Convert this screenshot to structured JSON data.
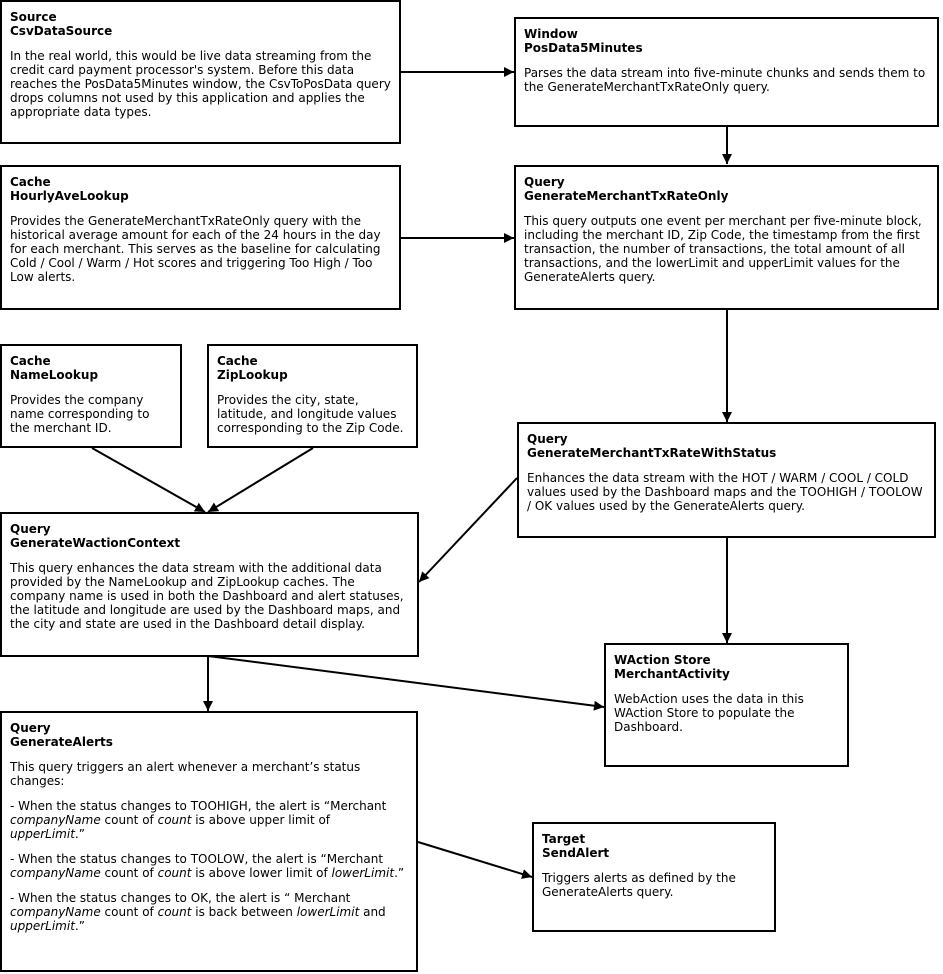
{
  "nodes": {
    "csv_data_source": {
      "kind": "Source",
      "name": "CsvDataSource",
      "desc": "In the real world, this would be live data streaming from the credit card payment processor's system. Before this data reaches the PosData5Minutes window, the CsvToPosData query drops columns not used by this application and applies the appropriate data types."
    },
    "pos_data_5_minutes": {
      "kind": "Window",
      "name": "PosData5Minutes",
      "desc": "Parses the data stream into five-minute chunks and sends them to the GenerateMerchantTxRateOnly query."
    },
    "hourly_ave_lookup": {
      "kind": "Cache",
      "name": "HourlyAveLookup",
      "desc": "Provides the GenerateMerchantTxRateOnly query with the historical average amount  for each of the 24 hours in the day for each merchant. This serves as the baseline for calculating Cold / Cool / Warm / Hot scores and triggering Too High / Too Low alerts."
    },
    "generate_merchant_tx_rate_only": {
      "kind": "Query",
      "name": "GenerateMerchantTxRateOnly",
      "desc": "This query outputs one event per merchant per five-minute block, including the merchant ID, Zip Code, the timestamp from the first transaction, the number of transactions, the total amount of all transactions, and the lowerLimit and upperLimit values for the GenerateAlerts query."
    },
    "name_lookup": {
      "kind": "Cache",
      "name": "NameLookup",
      "desc": "Provides the company name corresponding to the merchant ID."
    },
    "zip_lookup": {
      "kind": "Cache",
      "name": "ZipLookup",
      "desc": "Provides the city, state, latitude, and longitude values corresponding to the Zip Code."
    },
    "generate_merchant_tx_rate_with_status": {
      "kind": "Query",
      "name": "GenerateMerchantTxRateWithStatus",
      "desc": "Enhances the data stream with the HOT / WARM / COOL / COLD values used by the Dashboard maps and the TOOHIGH / TOOLOW / OK values used by the GenerateAlerts query."
    },
    "generate_waction_context": {
      "kind": "Query",
      "name": "GenerateWactionContext",
      "desc": "This query enhances the data stream with the additional data provided by the NameLookup and ZipLookup caches.  The company name is used in both the Dashboard and alert statuses, the latitude and longitude are used by the Dashboard maps, and the city and state are used in the Dashboard detail display."
    },
    "merchant_activity": {
      "kind": "WAction Store",
      "name": "MerchantActivity",
      "desc": "WebAction uses the data in this WAction Store to populate the Dashboard."
    },
    "generate_alerts": {
      "kind": "Query",
      "name": "GenerateAlerts",
      "intro": "This query triggers an alert whenever a merchant’s status changes:",
      "b1_a": "- When the status changes to TOOHIGH, the alert is “Merchant ",
      "b1_v1": "companyName",
      "b1_b": " count of ",
      "b1_v2": "count",
      "b1_c": " is above upper limit of ",
      "b1_v3": "upperLimit",
      "b1_d": ".”",
      "b2_a": "- When the status changes to TOOLOW, the alert is “Merchant ",
      "b2_v1": "companyName",
      "b2_b": " count of ",
      "b2_v2": "count",
      "b2_c": " is above lower limit of ",
      "b2_v3": "lowerLimit",
      "b2_d": ".”",
      "b3_a": "- When the status changes to OK, the alert is “ Merchant ",
      "b3_v1": "companyName",
      "b3_b": " count of ",
      "b3_v2": "count",
      "b3_c": " is back between ",
      "b3_v3": "lowerLimit",
      "b3_d": " and ",
      "b3_v4": "upperLimit",
      "b3_e": ".”"
    },
    "send_alert": {
      "kind": "Target",
      "name": "SendAlert",
      "desc": "Triggers alerts as defined by the GenerateAlerts query."
    }
  },
  "edges": [
    {
      "from": "CsvDataSource",
      "to": "PosData5Minutes"
    },
    {
      "from": "PosData5Minutes",
      "to": "GenerateMerchantTxRateOnly"
    },
    {
      "from": "HourlyAveLookup",
      "to": "GenerateMerchantTxRateOnly"
    },
    {
      "from": "GenerateMerchantTxRateOnly",
      "to": "GenerateMerchantTxRateWithStatus"
    },
    {
      "from": "NameLookup",
      "to": "GenerateWactionContext"
    },
    {
      "from": "ZipLookup",
      "to": "GenerateWactionContext"
    },
    {
      "from": "GenerateMerchantTxRateWithStatus",
      "to": "GenerateWactionContext"
    },
    {
      "from": "GenerateMerchantTxRateWithStatus",
      "to": "MerchantActivity"
    },
    {
      "from": "GenerateWactionContext",
      "to": "MerchantActivity"
    },
    {
      "from": "GenerateWactionContext",
      "to": "GenerateAlerts"
    },
    {
      "from": "GenerateAlerts",
      "to": "SendAlert"
    }
  ]
}
